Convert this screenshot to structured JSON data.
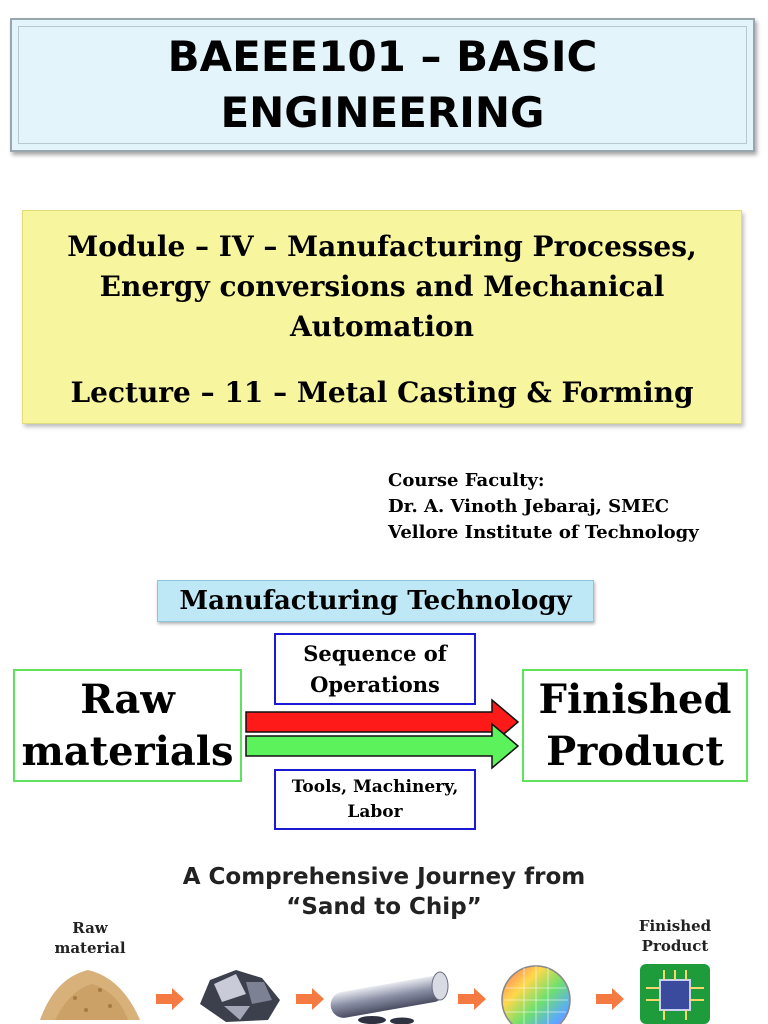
{
  "title": {
    "line1": "BAEEE101 – BASIC",
    "line2": "ENGINEERING"
  },
  "module": {
    "line1": "Module – IV – Manufacturing Processes,",
    "line2": "Energy conversions and Mechanical",
    "line3": "Automation",
    "lecture": "Lecture – 11 – Metal Casting & Forming"
  },
  "faculty": {
    "label": "Course Faculty:",
    "name": "Dr. A. Vinoth Jebaraj, SMEC",
    "institute": "Vellore Institute of Technology"
  },
  "diagram": {
    "heading": "Manufacturing Technology",
    "input": {
      "line1": "Raw",
      "line2": "materials"
    },
    "output": {
      "line1": "Finished",
      "line2": "Product"
    },
    "top_box": {
      "line1": "Sequence of",
      "line2": "Operations"
    },
    "bottom_box": {
      "line1": "Tools, Machinery,",
      "line2": "Labor"
    },
    "arrow_colors": {
      "upper": "#ff1a1a",
      "lower": "#5cf25c"
    }
  },
  "journey": {
    "title_line1": "A Comprehensive Journey from",
    "title_line2": "“Sand to Chip”",
    "start_label": {
      "line1": "Raw",
      "line2": "material"
    },
    "end_label": {
      "line1": "Finished",
      "line2": "Product"
    },
    "stages": [
      "sand-icon",
      "silicon-ore-icon",
      "silicon-ingot-icon",
      "wafer-icon",
      "chip-icon"
    ],
    "arrow_color": "#f47a42"
  }
}
